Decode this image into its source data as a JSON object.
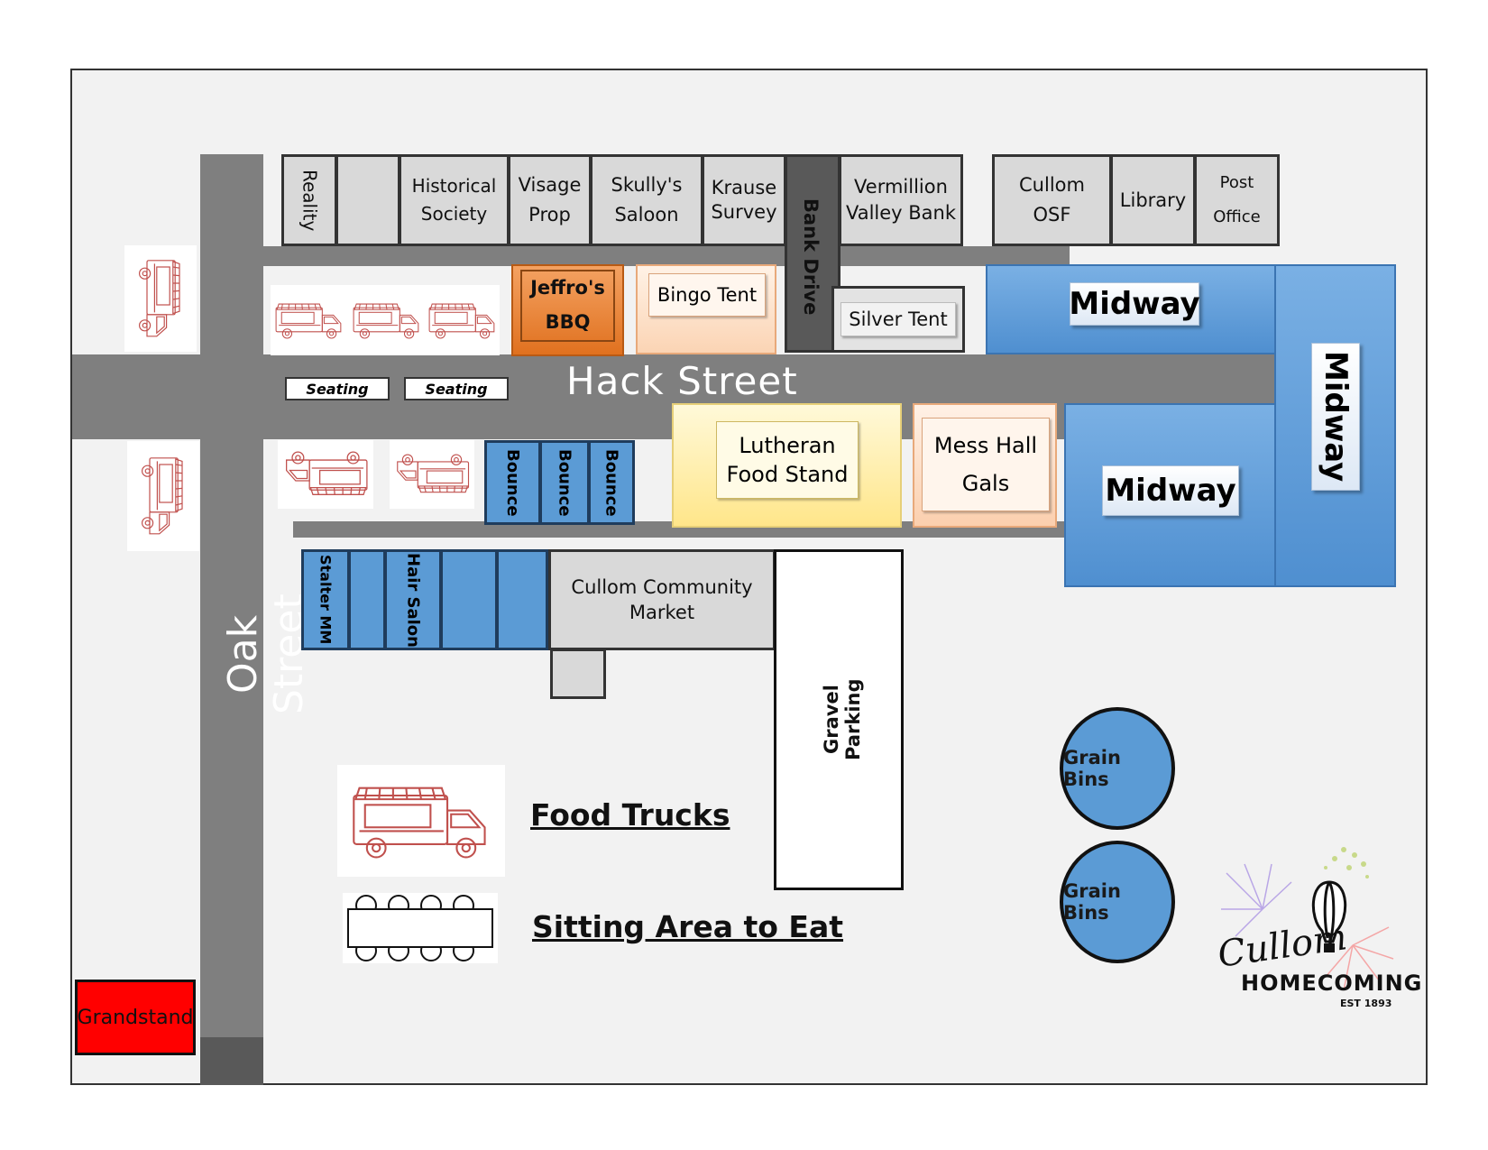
{
  "map": {
    "streets": {
      "hack": "Hack Street",
      "oak": "Oak Street",
      "bank_drive": "Bank Drive",
      "gravel": "Gravel Parking"
    },
    "top_buildings": {
      "reality": "Reality",
      "historical": "Historical\nSociety",
      "visage": "Visage\nProp",
      "skullys": "Skully's\nSaloon",
      "krause": "Krause\nSurvey",
      "vermillion": "Vermillion\nValley Bank",
      "cullom_osf": "Cullom\nOSF",
      "library": "Library",
      "post_office": "Post\nOffice"
    },
    "tents": {
      "jeffros": "Jeffro's\nBBQ",
      "bingo": "Bingo Tent",
      "silver": "Silver Tent",
      "lutheran": "Lutheran\nFood Stand",
      "mess_hall": "Mess Hall\nGals"
    },
    "midway": [
      "Midway",
      "Midway",
      "Midway"
    ],
    "seating": [
      "Seating",
      "Seating"
    ],
    "bounce": [
      "Bounce",
      "Bounce",
      "Bounce"
    ],
    "lower_row": {
      "stalter": "Stalter MM",
      "hair_salon": "Hair Salon",
      "market": "Cullom Community\nMarket"
    },
    "grain_bins": [
      "Grain Bins",
      "Grain Bins"
    ],
    "grandstand": "Grandstand",
    "legend": {
      "food_trucks": "Food Trucks",
      "sitting_area": "Sitting Area to Eat"
    },
    "logo": {
      "script": "Cullom",
      "word": "HOMECOMING",
      "est": "EST 1893"
    }
  },
  "colors": {
    "road": "#7f7f7f",
    "blue_booth": "#5b9bd5",
    "bbq": "#ed7d31",
    "lutheran": "#fff2b3",
    "grandstand": "#ff0000",
    "truck_ink": "#c0504d"
  }
}
